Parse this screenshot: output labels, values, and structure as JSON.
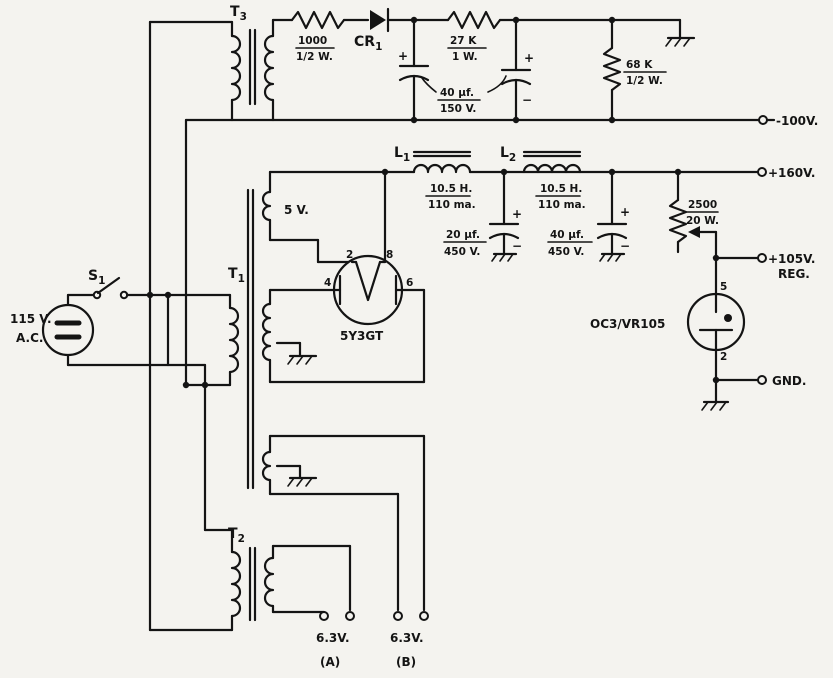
{
  "labels": {
    "t3": "T",
    "t3_sub": "3",
    "t1": "T",
    "t1_sub": "1",
    "t2": "T",
    "t2_sub": "2",
    "s1": "S",
    "s1_sub": "1",
    "cr1": "CR",
    "cr1_sub": "1",
    "l1": "L",
    "l1_sub": "1",
    "l2": "L",
    "l2_sub": "2",
    "r1000_top": "1000",
    "r1000_bot": "1/2 W.",
    "r27k_top": "27 K",
    "r27k_bot": "1 W.",
    "r68k_top": "68 K",
    "r68k_bot": "1/2 W.",
    "c40_top": "40 µf.",
    "c40_bot": "150 V.",
    "l1_top": "10.5 H.",
    "l1_bot": "110 ma.",
    "l2_top": "10.5 H.",
    "l2_bot": "110 ma.",
    "c20_top": "20 µf.",
    "c20_bot": "450 V.",
    "c40b_top": "40 µf.",
    "c40b_bot": "450 V.",
    "r2500_top": "2500",
    "r2500_bot": "20 W.",
    "v5": "5 V.",
    "tube": "5Y3GT",
    "pin2": "2",
    "pin8": "8",
    "pin4": "4",
    "pin6": "6",
    "reg_tube": "OC3/VR105",
    "reg_pin5": "5",
    "reg_pin2": "2",
    "out_neg100": "-100V.",
    "out_160": "+160V.",
    "out_105": "+105V.",
    "out_reg": "REG.",
    "out_gnd": "GND.",
    "ac_volts": "115 V.",
    "ac_type": "A.C.",
    "fil_a_v": "6.3V.",
    "fil_a": "(A)",
    "fil_b_v": "6.3V.",
    "fil_b": "(B)",
    "plus": "+",
    "minus": "−"
  }
}
